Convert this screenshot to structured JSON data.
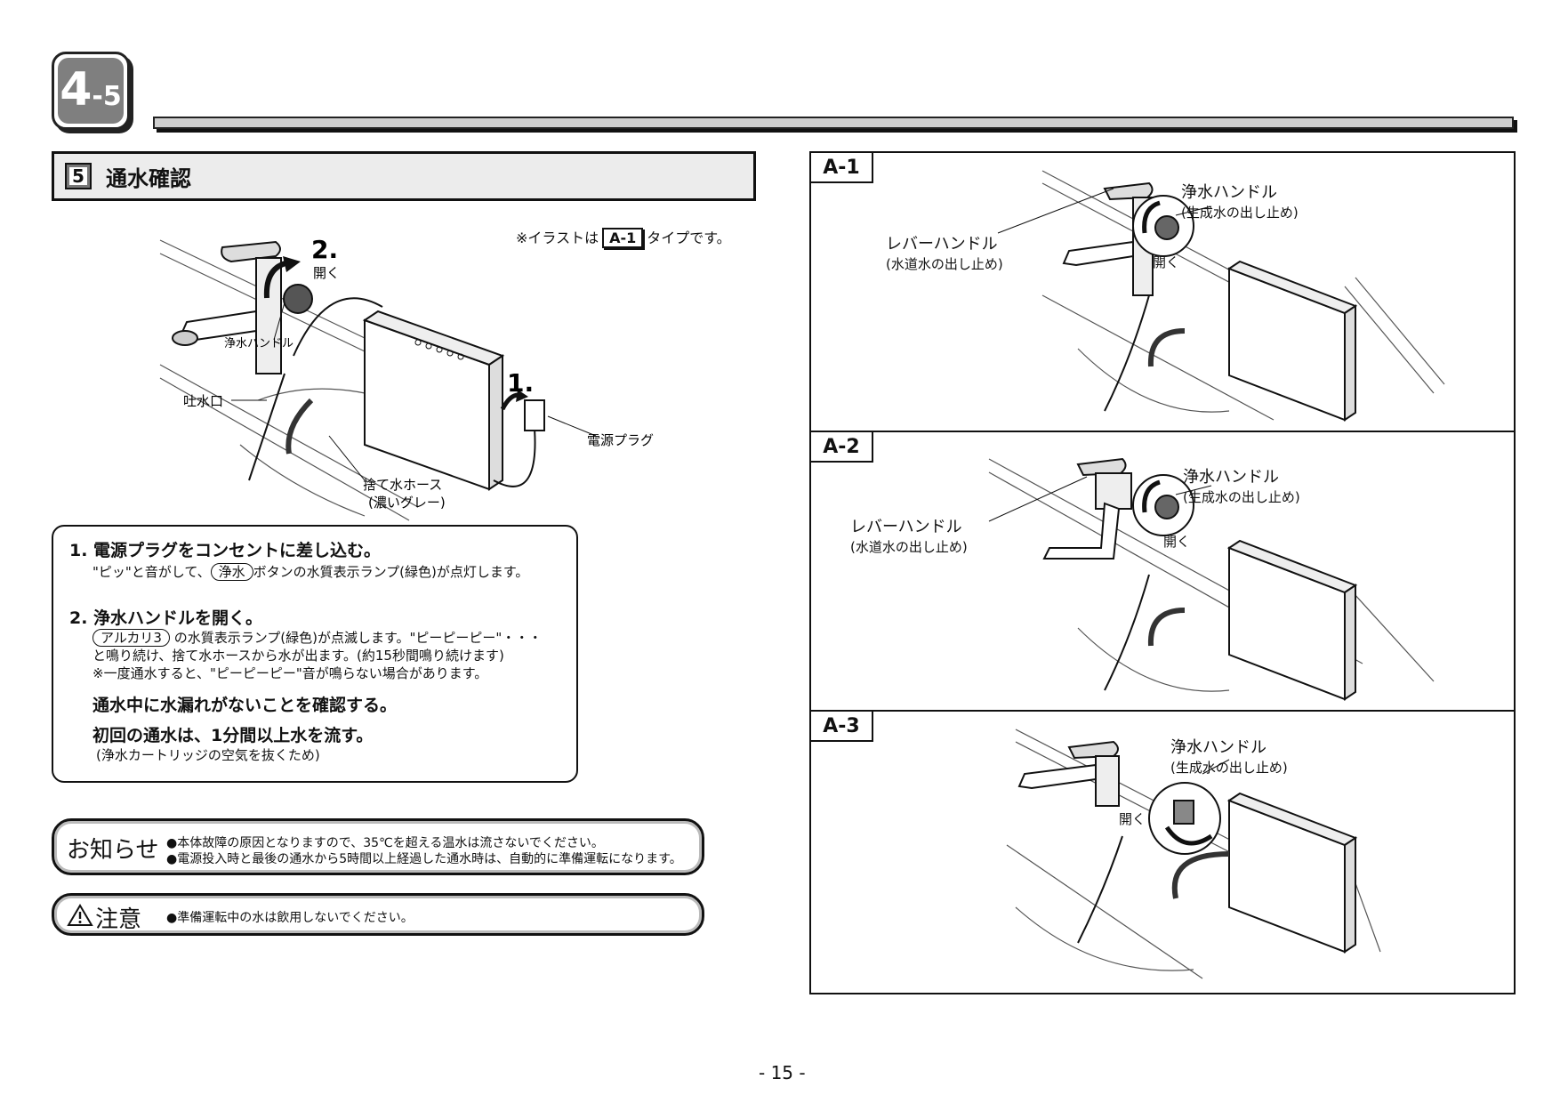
{
  "section": {
    "main": "4",
    "sub": "-5"
  },
  "heading": {
    "num": "5",
    "title": "通水確認"
  },
  "note_top": {
    "prefix": "※イラストは",
    "label": "A-1",
    "suffix": "タイプです。"
  },
  "main_illus": {
    "step2_num": "2.",
    "step2_text": "開く",
    "step1_num": "1.",
    "handle": "浄水ハンドル",
    "spout": "吐水口",
    "plug": "電源プラグ",
    "hose_1": "捨て水ホース",
    "hose_2": "(濃いグレー)"
  },
  "steps": {
    "s1_title": "1. 電源プラグをコンセントに差し込む。",
    "s1_a": "\"ピッ\"と音がして、",
    "s1_pill": "浄水",
    "s1_b": "ボタンの水質表示ランプ(緑色)が点灯します。",
    "s2_title": "2. 浄水ハンドルを開く。",
    "s2_pill": "アルカリ3",
    "s2_a": "の水質表示ランプ(緑色)が点滅します。\"ピーピーピー\"・・・",
    "s2_b": "と鳴り続け、捨て水ホースから水が出ます。(約15秒間鳴り続けます)",
    "s2_c": "※一度通水すると、\"ピーピーピー\"音が鳴らない場合があります。",
    "bold_1": "通水中に水漏れがないことを確認する。",
    "bold_2": "初回の通水は、1分間以上水を流す。",
    "note": "(浄水カートリッジの空気を抜くため)"
  },
  "notice": {
    "title": "お知らせ",
    "line1": "●本体故障の原因となりますので、35℃を超える温水は流さないでください。",
    "line2": "●電源投入時と最後の通水から5時間以上経過した通水時は、自動的に準備運転になります。"
  },
  "caution": {
    "title": "注意",
    "line1": "●準備運転中の水は飲用しないでください。"
  },
  "panels": {
    "a1": {
      "label": "A-1",
      "handle_1": "浄水ハンドル",
      "handle_2": "(生成水の出し止め)",
      "lever_1": "レバーハンドル",
      "lever_2": "(水道水の出し止め)",
      "open": "開く"
    },
    "a2": {
      "label": "A-2",
      "handle_1": "浄水ハンドル",
      "handle_2": "(生成水の出し止め)",
      "lever_1": "レバーハンドル",
      "lever_2": "(水道水の出し止め)",
      "open": "開く"
    },
    "a3": {
      "label": "A-3",
      "handle_1": "浄水ハンドル",
      "handle_2": "(生成水の出し止め)",
      "open": "開く"
    }
  },
  "page_number": "- 15 -"
}
